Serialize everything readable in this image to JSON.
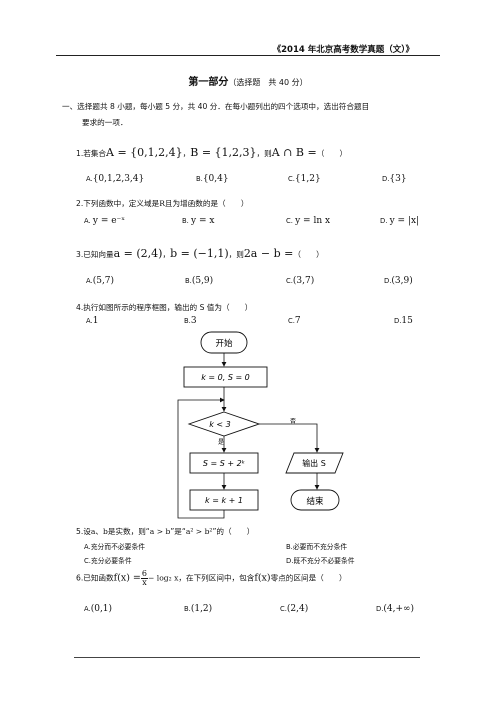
{
  "header": {
    "title": "《2014 年北京高考数学真题（文）》"
  },
  "part": {
    "title": "第一部分",
    "subtitle": "（选择题　共 40 分）"
  },
  "section1": {
    "line1": "一、选择题共 8 小题，每小题 5 分，共 40 分．在每小题列出的四个选项中，选出符合题目",
    "line2": "要求的一项．"
  },
  "q1": {
    "prefix": "1.若集合",
    "setA": "A = {0,1,2,4}",
    "sep": "，",
    "setB": "B = {1,2,3}",
    "ask_pre": "，则",
    "ask_expr": "A ∩ B =",
    "paren": "（　　）",
    "options": [
      {
        "label": "A.",
        "value": "{0,1,2,3,4}"
      },
      {
        "label": "B.",
        "value": "{0,4}"
      },
      {
        "label": "C.",
        "value": "{1,2}"
      },
      {
        "label": "D.",
        "value": "{3}"
      }
    ]
  },
  "q2": {
    "prefix": "2.下列函数中，定义域是",
    "R": "R",
    "suffix": "且为增函数的是（　　）",
    "options": [
      {
        "label": "A.",
        "value": "y = e⁻ˣ"
      },
      {
        "label": "B.",
        "value": "y = x"
      },
      {
        "label": "C.",
        "value": "y = ln x"
      },
      {
        "label": "D.",
        "value": "y = |x|"
      }
    ]
  },
  "q3": {
    "prefix": "3.已知向量",
    "vec_a": "a = (2,4)",
    "sep": "，",
    "vec_b": "b = (−1,1)",
    "ask_pre": "，则",
    "ask_expr": "2a − b =",
    "paren": "（　　）",
    "options": [
      {
        "label": "A.",
        "value": "(5,7)"
      },
      {
        "label": "B.",
        "value": "(5,9)"
      },
      {
        "label": "C.",
        "value": "(3,7)"
      },
      {
        "label": "D.",
        "value": "(3,9)"
      }
    ]
  },
  "q4": {
    "text": "4.执行如图所示的程序框图，输出的 S 值为（　　）",
    "options": [
      {
        "label": "A.",
        "value": "1"
      },
      {
        "label": "B.",
        "value": "3"
      },
      {
        "label": "C.",
        "value": "7"
      },
      {
        "label": "D.",
        "value": "15"
      }
    ],
    "flowchart": {
      "start": "开始",
      "init": "k = 0, S = 0",
      "cond": "k < 3",
      "yes": "是",
      "no": "否",
      "update_s": "S = S + 2ᵏ",
      "update_k": "k = k + 1",
      "output": "输出 S",
      "end": "结束"
    }
  },
  "q5": {
    "prefix": "5.设",
    "a": "a",
    "sep": "、",
    "b": "b",
    "mid1": "是实数，则“",
    "cond1": "a > b",
    "mid2": "”是“",
    "cond2": "a² > b²",
    "suffix": "”的（　　）",
    "options": [
      {
        "label": "A.",
        "value": "充分而不必要条件"
      },
      {
        "label": "B.",
        "value": "必要而不充分条件"
      },
      {
        "label": "C.",
        "value": "充分必要条件"
      },
      {
        "label": "D.",
        "value": "既不充分不必要条件"
      }
    ]
  },
  "q6": {
    "prefix": "6.已知函数",
    "f_lhs": "f(x) =",
    "frac_num": "6",
    "frac_den": "x",
    "f_tail": "− log₂ x",
    "mid": "，在下列区间中，包含",
    "f_ref": "f(x)",
    "suffix": "零点的区间是（　　）",
    "options": [
      {
        "label": "A.",
        "value": "(0,1)"
      },
      {
        "label": "B.",
        "value": "(1,2)"
      },
      {
        "label": "C.",
        "value": "(2,4)"
      },
      {
        "label": "D.",
        "value": "(4,+∞)"
      }
    ]
  }
}
